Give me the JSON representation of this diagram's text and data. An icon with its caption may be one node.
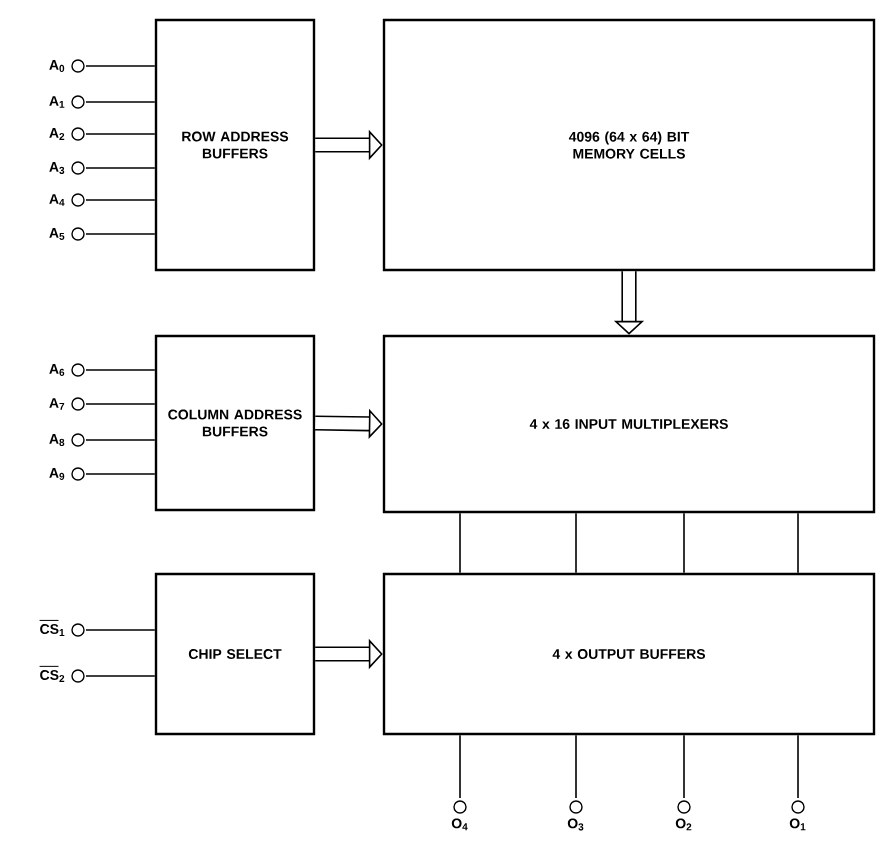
{
  "diagram": {
    "nodes": [
      {
        "text": [
          "A$_{0}$"
        ]
      },
      {
        "text": [
          "A$_{1}$"
        ]
      },
      {
        "text": [
          "A$_{2}$"
        ]
      },
      {
        "text": [
          "A$_{3}$"
        ]
      },
      {
        "text": [
          "A$_{4}$"
        ]
      },
      {
        "text": [
          "A$_{5}$"
        ]
      },
      {
        "text": [
          "ROW ADDRESS BUFFERS"
        ]
      },
      {
        "text": [
          "4096 (64 x 64) BIT MEMORY CELLS"
        ]
      },
      {
        "text": [
          "A$_{6}$"
        ]
      },
      {
        "text": [
          "A$_{7}$"
        ]
      },
      {
        "text": [
          "A$_{8}$"
        ]
      },
      {
        "text": [
          "A$_{9}$"
        ]
      },
      {
        "text": [
          "COLUMN ADDRESS BUFFERS"
        ]
      },
      {
        "text": [
          "4 x 16 INPUT MULTIPLEXERS"
        ]
      },
      {
        "text": [
          "CS$_{1}$"
        ]
      },
      {
        "text": [
          "CS$_{2}$"
        ]
      },
      {
        "text": [
          "CHIP SELECT"
        ]
      },
      {
        "text": [
          "4 x OUTPUT BUFFERS"
        ]
      },
      {
        "text": [
          "O$_{4}$"
        ]
      },
      {
        "text": [
          "O$_{3}$"
        ]
      },
      {
        "text": [
          "O$_{2}$"
        ]
      },
      {
        "text": [
          "O$_{1}$"
        ]
      }
    ],
    "edges": [
      {
        "from": 0,
        "to": 6,
        "arrow": "none"
      },
      {
        "from": 1,
        "to": 6,
        "arrow": "none"
      },
      {
        "from": 2,
        "to": 6,
        "arrow": "none"
      },
      {
        "from": 3,
        "to": 6,
        "arrow": "none"
      },
      {
        "from": 4,
        "to": 6,
        "arrow": "none"
      },
      {
        "from": 5,
        "to": 6,
        "arrow": "none"
      },
      {
        "from": 6,
        "to": 7,
        "arrow": "to",
        "style": "thick"
      },
      {
        "from": 7,
        "to": 13,
        "arrow": "to",
        "style": "thick"
      },
      {
        "from": 8,
        "to": 12,
        "arrow": "none"
      },
      {
        "from": 9,
        "to": 12,
        "arrow": "none"
      },
      {
        "from": 10,
        "to": 12,
        "arrow": "none"
      },
      {
        "from": 11,
        "to": 12,
        "arrow": "none"
      },
      {
        "from": 12,
        "to": 13,
        "arrow": "to",
        "style": "thick"
      },
      {
        "from": 13,
        "to": 17,
        "arrow": "none"
      },
      {
        "from": 13,
        "to": 17,
        "arrow": "none"
      },
      {
        "from": 13,
        "to": 17,
        "arrow": "none"
      },
      {
        "from": 13,
        "to": 17,
        "arrow": "none"
      },
      {
        "from": 14,
        "to": 16,
        "arrow": "none"
      },
      {
        "from": 15,
        "to": 16,
        "arrow": "none"
      },
      {
        "from": 16,
        "to": 17,
        "arrow": "to",
        "style": "thick"
      },
      {
        "from": 17,
        "to": 18,
        "arrow": "none"
      },
      {
        "from": 17,
        "to": 19,
        "arrow": "none"
      },
      {
        "from": 17,
        "to": 20,
        "arrow": "none"
      },
      {
        "from": 17,
        "to": 21,
        "arrow": "none"
      }
    ]
  }
}
